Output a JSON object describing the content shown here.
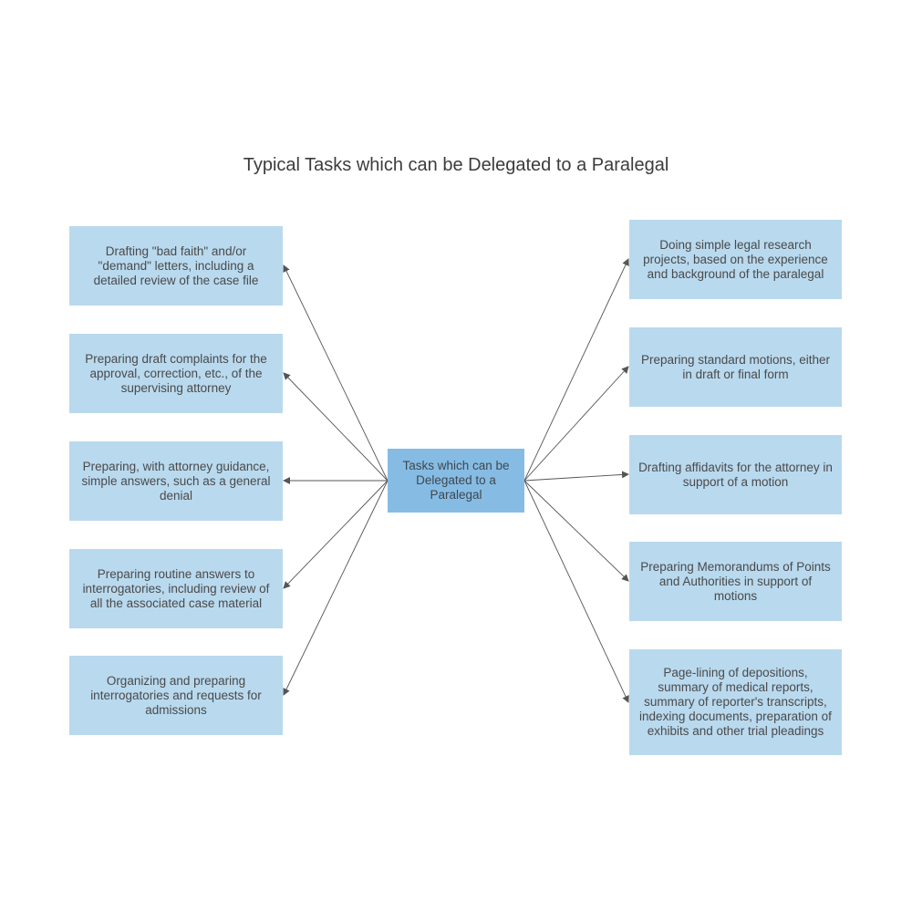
{
  "title": "Typical Tasks which can be Delegated to a Paralegal",
  "center": "Tasks which can be Delegated to a Paralegal",
  "left_tasks": [
    "Drafting \"bad faith\" and/or \"demand\" letters, including a detailed review of the case file",
    "Preparing draft complaints for the approval, correction, etc., of the supervising attorney",
    "Preparing, with attorney guidance, simple answers, such as a general denial",
    "Preparing routine answers to interrogatories, including review of all the associated case material",
    "Organizing and preparing interrogatories and requests for admissions"
  ],
  "right_tasks": [
    "Doing simple legal research projects, based on the experience and background of the paralegal",
    "Preparing standard motions, either in draft or final form",
    "Drafting affidavits for the attorney in support of a motion",
    "Preparing Memorandums of Points and Authorities in support of motions",
    "Page-lining of depositions, summary of medical reports, summary of reporter's transcripts, indexing documents, preparation of exhibits and other trial pleadings"
  ],
  "colors": {
    "box_fill": "#b9d9ee",
    "center_fill": "#86bce4",
    "arrow": "#555555"
  }
}
